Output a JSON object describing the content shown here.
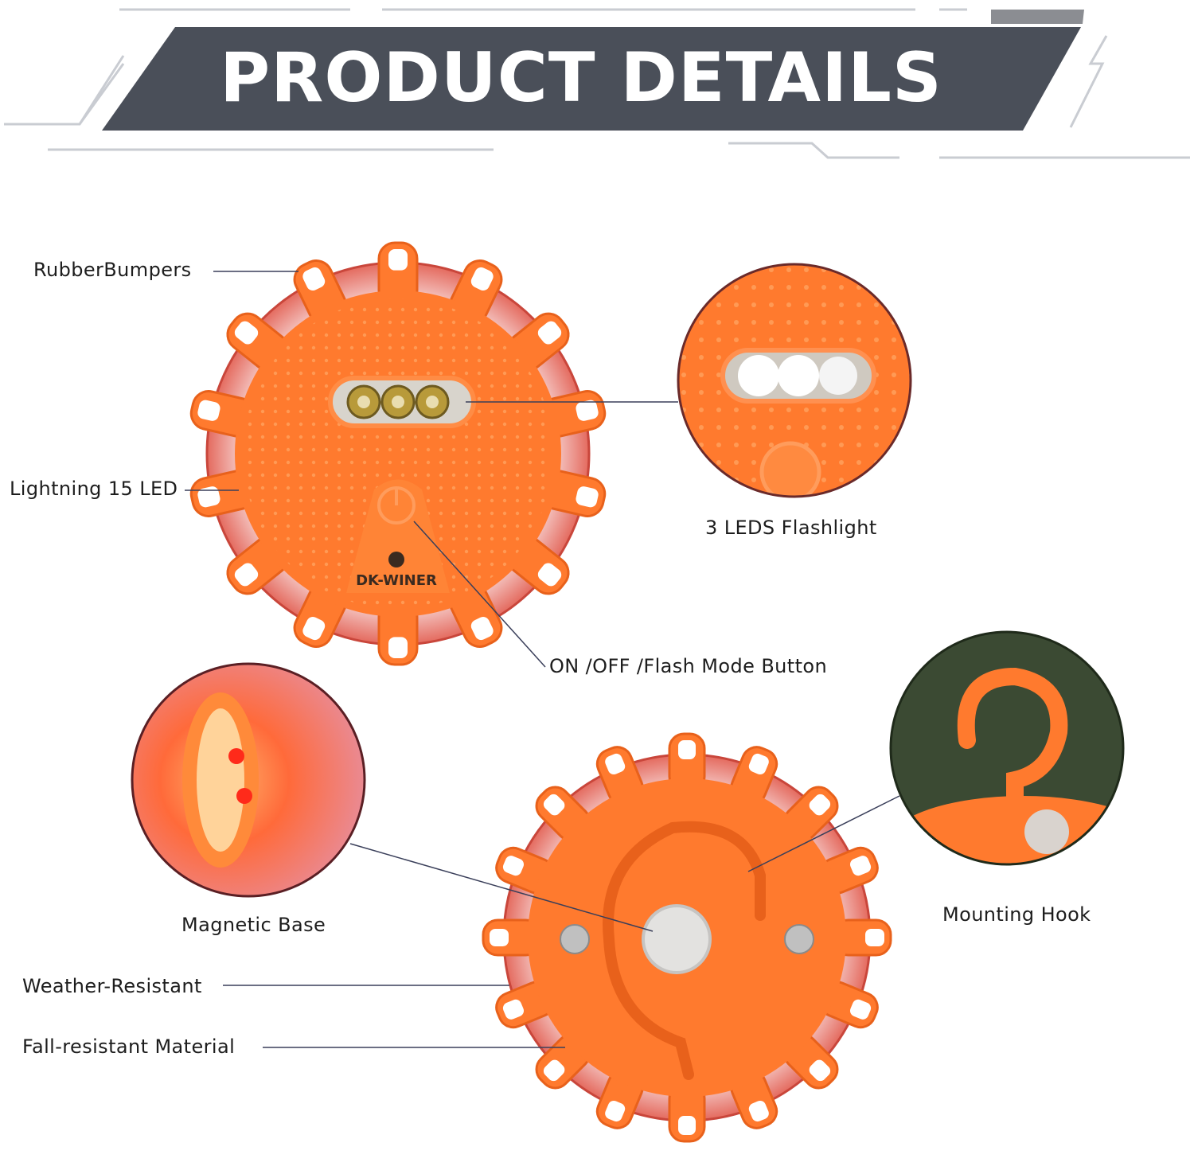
{
  "banner": {
    "title": "PRODUCT DETAILS"
  },
  "brand": {
    "logo_text": "DK-WINER"
  },
  "labels": {
    "rubber_bumpers": "RubberBumpers",
    "lightning_led": "Lightning 15 LED",
    "leds_flashlight": "3 LEDS Flashlight",
    "mode_button": "ON /OFF /Flash Mode Button",
    "magnetic_base": "Magnetic Base",
    "mounting_hook": "Mounting Hook",
    "weather_resistant": "Weather-Resistant",
    "fall_resistant": "Fall-resistant Material"
  },
  "colors": {
    "banner": "#4a4f59",
    "orange": "#ff7a2e",
    "orange_dark": "#e8611b",
    "leader_line": "#3a3f5a",
    "hook_bg": "#3b4a33",
    "red_glow": "#e04553"
  }
}
